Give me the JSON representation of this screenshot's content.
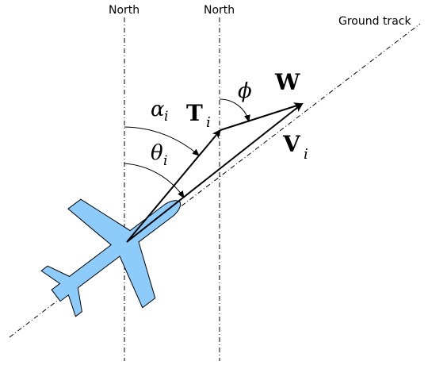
{
  "labels": {
    "north_left": "North",
    "north_right": "North",
    "ground_track": "Ground track",
    "alpha": "α",
    "alpha_sub": "i",
    "theta": "θ",
    "theta_sub": "i",
    "phi": "ϕ",
    "T": "T",
    "T_sub": "i",
    "W": "W",
    "V": "V",
    "V_sub": "i"
  },
  "colors": {
    "aircraft_fill": "#8ccbfa",
    "line": "#000000"
  }
}
